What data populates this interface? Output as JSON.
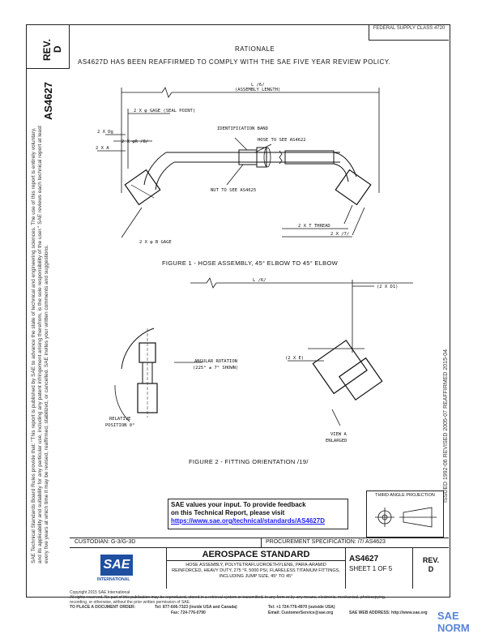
{
  "header": {
    "rev_label": "REV.",
    "rev_value": "D",
    "doc_id": "AS4627",
    "top_right": "FEDERAL SUPPLY CLASS 4720",
    "section_title": "RATIONALE",
    "rationale_text": "AS4627D HAS BEEN REAFFIRMED TO COMPLY WITH THE SAE FIVE YEAR REVIEW POLICY."
  },
  "side_note": "SAE Technical Standards Board Rules provide that: \"This report is published by SAE to advance the state of technical and engineering sciences. The use of this report is entirely voluntary, and its applicability and suitability for any particular use, including any patent infringement arising therefrom, is the sole responsibility of the user.\" SAE reviews each technical report at least every five years at which time it may be revised, reaffirmed, stabilized, or cancelled. SAE invites your written comments and suggestions.",
  "right_vert": "ISSUED 1992-06   REVISED 2005-07   REAFFIRMED 2015-04",
  "figure1": {
    "caption": "FIGURE 1 - HOSE ASSEMBLY, 45° ELBOW TO 45° ELBOW",
    "labels": {
      "length": "L /6/",
      "length_sub": "(ASSEMBLY LENGTH)",
      "gage_seal": "2 X φ GAGE (SEAL POINT)",
      "dg": "2 X Dg",
      "phi_r": "2 X φR /8/",
      "a": "2 X A",
      "ident_band": "IDENTIFICATION BAND",
      "hose": "HOSE TO SEE AS4622",
      "nut": "NUT TO SEE AS4625",
      "thread": "2 X T THREAD",
      "d7": "2 X /7/",
      "b_gage": "2 X φ B GAGE"
    }
  },
  "figure2": {
    "caption": "FIGURE 2 - FITTING ORIENTATION /19/",
    "labels": {
      "length": "L /6/",
      "dim": "(2 X D1)",
      "angular": "ANGULAR ROTATION",
      "angular_sub": "(225° ± 7° SHOWN)",
      "relative": "RELATIVE",
      "position": "POSITION 0°",
      "e": "(2 X E)",
      "view": "VIEW A",
      "enlarged": "ENLARGED"
    }
  },
  "feedback": {
    "line1": "SAE values your input. To provide feedback",
    "line2": "on this Technical Report, please visit",
    "link": "https://www.sae.org/technical/standards/AS4627D"
  },
  "third_angle": "THIRD ANGLE PROJECTION",
  "bottom_bar": {
    "custodian": "CUSTODIAN: G-3/G-3D",
    "procurement": "PROCUREMENT SPECIFICATION: /7/ AS4623"
  },
  "title_block": {
    "logo_text": "SAE",
    "logo_sub": "INTERNATIONAL",
    "standard": "AEROSPACE STANDARD",
    "description": "HOSE ASSEMBLY, POLYTETRAFLUOROETHYLENE, PARA-ARAMID REINFORCED, HEAVY DUTY, 275 °F, 5000 PSI, FLARELESS TITANIUM FITTINGS, INCLUDING JUMP SIZE, 45° TO 45°",
    "doc_id": "AS4627",
    "sheet": "SHEET 1 OF 5",
    "rev_label": "REV.",
    "rev_value": "D"
  },
  "copyright": {
    "line1": "Copyright 2015 SAE International",
    "line2": "All rights reserved. No part of this publication may be reproduced, stored in a retrieval system or transmitted, in any form or by any means, electronic, mechanical, photocopying,",
    "line3": "recording, or otherwise, without the prior written permission of SAE.",
    "order": "TO PLACE A DOCUMENT ORDER:",
    "tel1": "Tel: 877-606-7323 (inside USA and Canada)",
    "tel2": "Tel: +1 724-776-4970 (outside USA)",
    "fax": "Fax: 724-776-0790",
    "email": "Email: CustomerService@sae.org",
    "web": "SAE WEB ADDRESS: http://www.sae.org"
  },
  "watermark": "SAE NORM"
}
